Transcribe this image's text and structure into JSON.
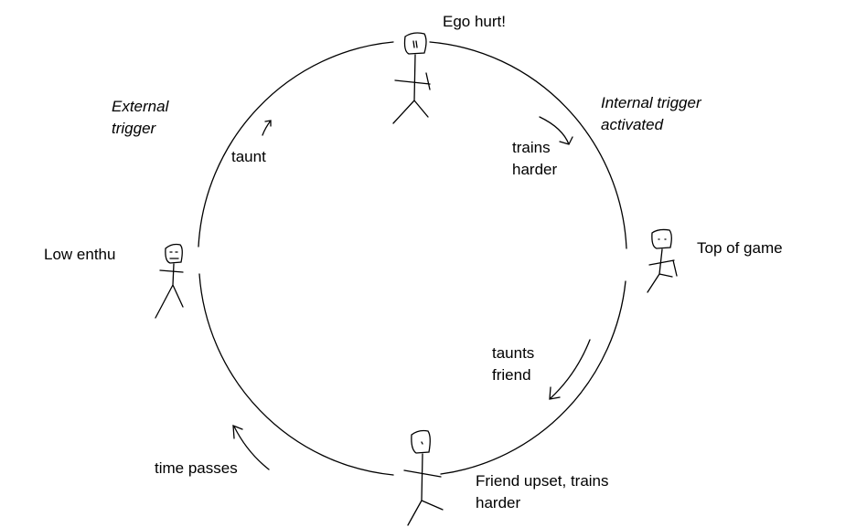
{
  "labels": {
    "ego_hurt": "Ego hurt!",
    "external_trigger_1": "External",
    "external_trigger_2": "trigger",
    "internal_trigger_1": "Internal trigger",
    "internal_trigger_2": "activated",
    "taunt": "taunt",
    "trains_harder_1": "trains",
    "trains_harder_2": "harder",
    "low_enthu": "Low enthu",
    "top_of_game": "Top of game",
    "taunts_friend_1": "taunts",
    "taunts_friend_2": "friend",
    "time_passes": "time passes",
    "friend_upset_1": "Friend upset, trains",
    "friend_upset_2": "harder"
  }
}
